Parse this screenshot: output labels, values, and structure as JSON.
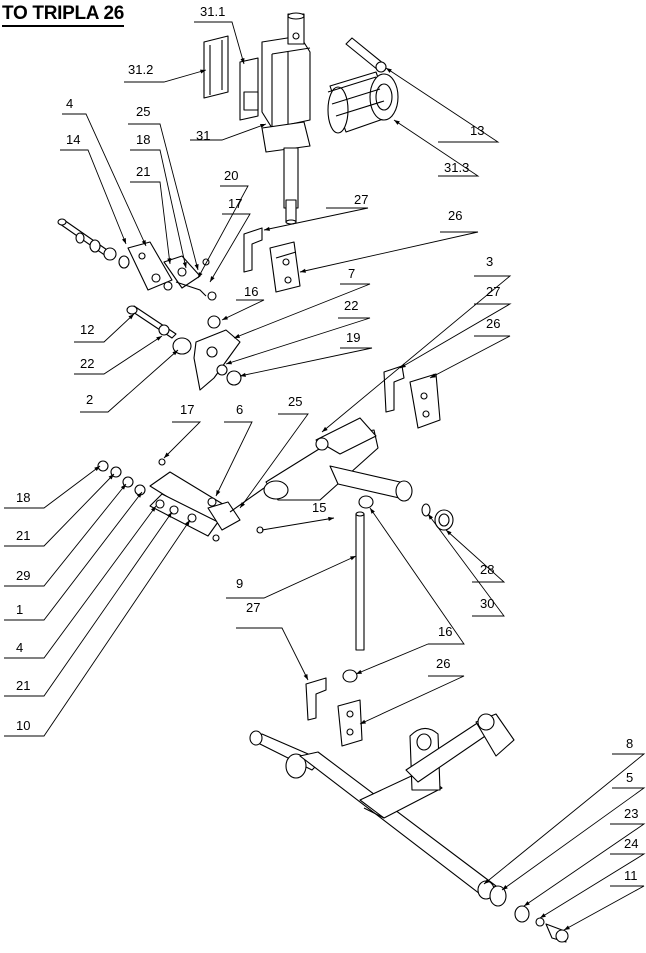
{
  "title": "TO TRIPLA 26",
  "highlight_color": "#ffee44",
  "callouts": [
    {
      "id": "c-31-1",
      "text": "31.1"
    },
    {
      "id": "c-31-2",
      "text": "31.2"
    },
    {
      "id": "c-31",
      "text": "31"
    },
    {
      "id": "c-13",
      "text": "13"
    },
    {
      "id": "c-31-3",
      "text": "31.3"
    },
    {
      "id": "c-4a",
      "text": "4"
    },
    {
      "id": "c-14",
      "text": "14"
    },
    {
      "id": "c-25a",
      "text": "25"
    },
    {
      "id": "c-18a",
      "text": "18"
    },
    {
      "id": "c-21a",
      "text": "21"
    },
    {
      "id": "c-20",
      "text": "20"
    },
    {
      "id": "c-17a",
      "text": "17"
    },
    {
      "id": "c-27a",
      "text": "27"
    },
    {
      "id": "c-26a",
      "text": "26"
    },
    {
      "id": "c-16a",
      "text": "16"
    },
    {
      "id": "c-7",
      "text": "7"
    },
    {
      "id": "c-22a",
      "text": "22"
    },
    {
      "id": "c-19",
      "text": "19"
    },
    {
      "id": "c-12",
      "text": "12"
    },
    {
      "id": "c-22b",
      "text": "22"
    },
    {
      "id": "c-2",
      "text": "2"
    },
    {
      "id": "c-3",
      "text": "3"
    },
    {
      "id": "c-27b",
      "text": "27"
    },
    {
      "id": "c-26b",
      "text": "26"
    },
    {
      "id": "c-17b",
      "text": "17"
    },
    {
      "id": "c-6",
      "text": "6"
    },
    {
      "id": "c-25b",
      "text": "25"
    },
    {
      "id": "c-18b",
      "text": "18"
    },
    {
      "id": "c-15",
      "text": "15"
    },
    {
      "id": "c-21b",
      "text": "21"
    },
    {
      "id": "c-29",
      "text": "29"
    },
    {
      "id": "c-1",
      "text": "1"
    },
    {
      "id": "c-4b",
      "text": "4"
    },
    {
      "id": "c-21c",
      "text": "21"
    },
    {
      "id": "c-10",
      "text": "10"
    },
    {
      "id": "c-9",
      "text": "9"
    },
    {
      "id": "c-27c",
      "text": "27"
    },
    {
      "id": "c-16b",
      "text": "16"
    },
    {
      "id": "c-26c",
      "text": "26"
    },
    {
      "id": "c-28",
      "text": "28"
    },
    {
      "id": "c-30",
      "text": "30"
    },
    {
      "id": "c-8",
      "text": "8"
    },
    {
      "id": "c-5",
      "text": "5"
    },
    {
      "id": "c-23",
      "text": "23"
    },
    {
      "id": "c-24",
      "text": "24"
    },
    {
      "id": "c-11",
      "text": "11"
    }
  ]
}
